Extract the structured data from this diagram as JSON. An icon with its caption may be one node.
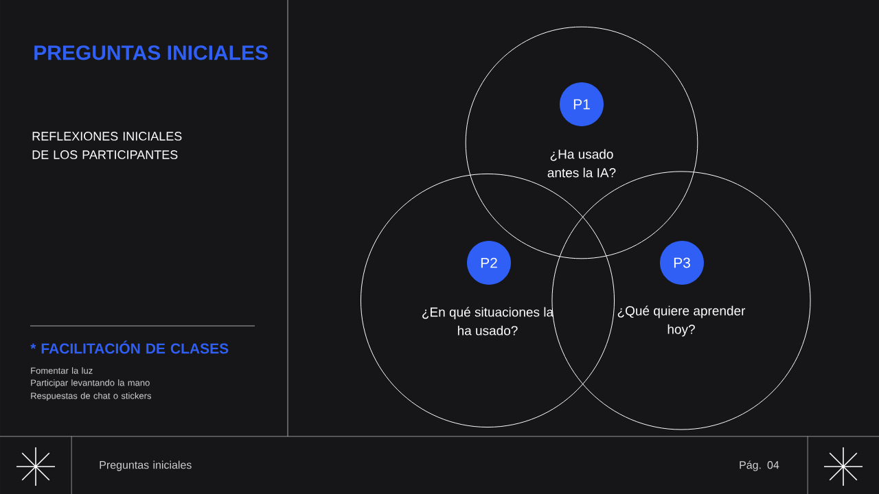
{
  "diagram": {
    "title": "PREGUNTAS INICIALES",
    "nodes": [
      {
        "text": [
          "¿Ha usado antes la IA?"
        ]
      },
      {
        "text": [
          "P1"
        ],
        "in": 0
      },
      {
        "text": [
          "¿En qué situaciones la ha usado?"
        ]
      },
      {
        "text": [
          "P2"
        ],
        "in": 2
      },
      {
        "text": [
          "¿Qué quiere aprender hoy?"
        ]
      },
      {
        "text": [
          "P3"
        ],
        "in": 4
      }
    ],
    "labels": [
      "REFLEXIONES INICIALES DE LOS PARTICIPANTES",
      "* FACILITACIÓN DE CLASES",
      "Fomentar la luz",
      "Participar levantando la mano",
      "Respuestas de chat o stickers",
      "Preguntas iniciales",
      "Pág. 04"
    ]
  }
}
